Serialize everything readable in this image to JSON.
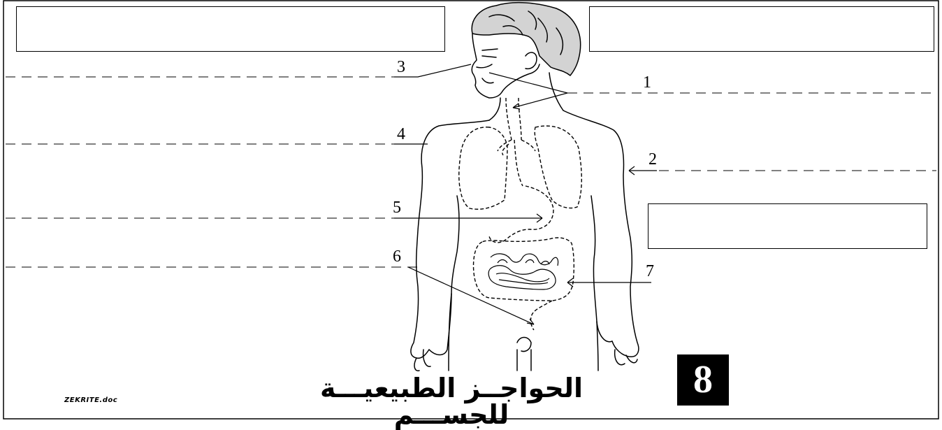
{
  "title": "الحواجــز الطبيعيـــة للجســـم",
  "sheet_number": "8",
  "footer": "ZEKRITE.doc",
  "labels": [
    "1",
    "2",
    "3",
    "4",
    "5",
    "6",
    "7"
  ],
  "answer_boxes": [
    "",
    "",
    ""
  ],
  "colors": {
    "hair": "#d3d3d3",
    "ink": "#000000",
    "badge_bg": "#000000",
    "badge_text": "#ffffff"
  },
  "figure": "human-body-diagram"
}
